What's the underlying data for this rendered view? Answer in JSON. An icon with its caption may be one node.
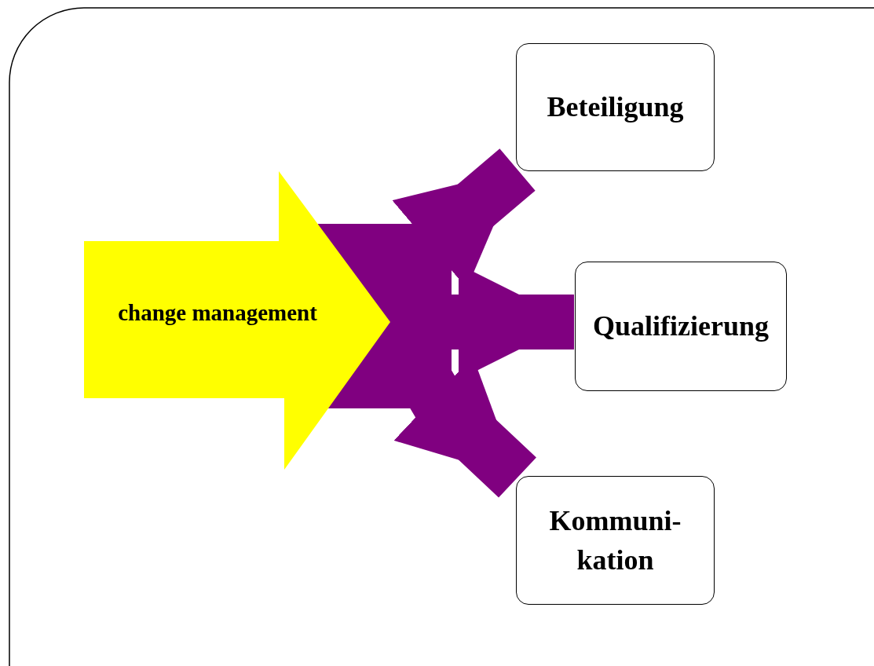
{
  "diagram": {
    "nodes": [
      {
        "text": [
          "change management"
        ]
      },
      {
        "text": [
          "Beteiligung"
        ]
      },
      {
        "text": [
          "Qualifizierung"
        ]
      },
      {
        "text": [
          "Kommuni- kation"
        ]
      }
    ],
    "edges": [
      {
        "from": 0,
        "to": 1,
        "arrow": "to"
      },
      {
        "from": 0,
        "to": 2,
        "arrow": "to"
      },
      {
        "from": 0,
        "to": 3,
        "arrow": "to"
      }
    ]
  }
}
